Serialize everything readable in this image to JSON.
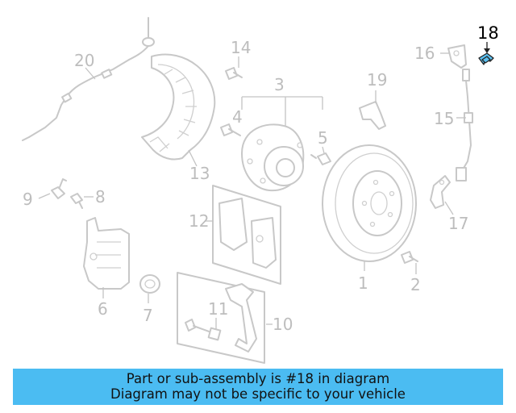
{
  "diagram": {
    "callouts": {
      "c1": "1",
      "c2": "2",
      "c3": "3",
      "c4": "4",
      "c5": "5",
      "c6": "6",
      "c7": "7",
      "c8": "8",
      "c9": "9",
      "c10": "10",
      "c11": "11",
      "c12": "12",
      "c13": "13",
      "c14": "14",
      "c15": "15",
      "c16": "16",
      "c17": "17",
      "c18": "18",
      "c19": "19",
      "c20": "20"
    },
    "highlighted_part": "18",
    "highlight_color": "#5bc0f0"
  },
  "banner": {
    "line1": "Part or sub-assembly is #18 in diagram",
    "line2": "Diagram may not be specific to your vehicle",
    "background": "#4bbcf2"
  }
}
